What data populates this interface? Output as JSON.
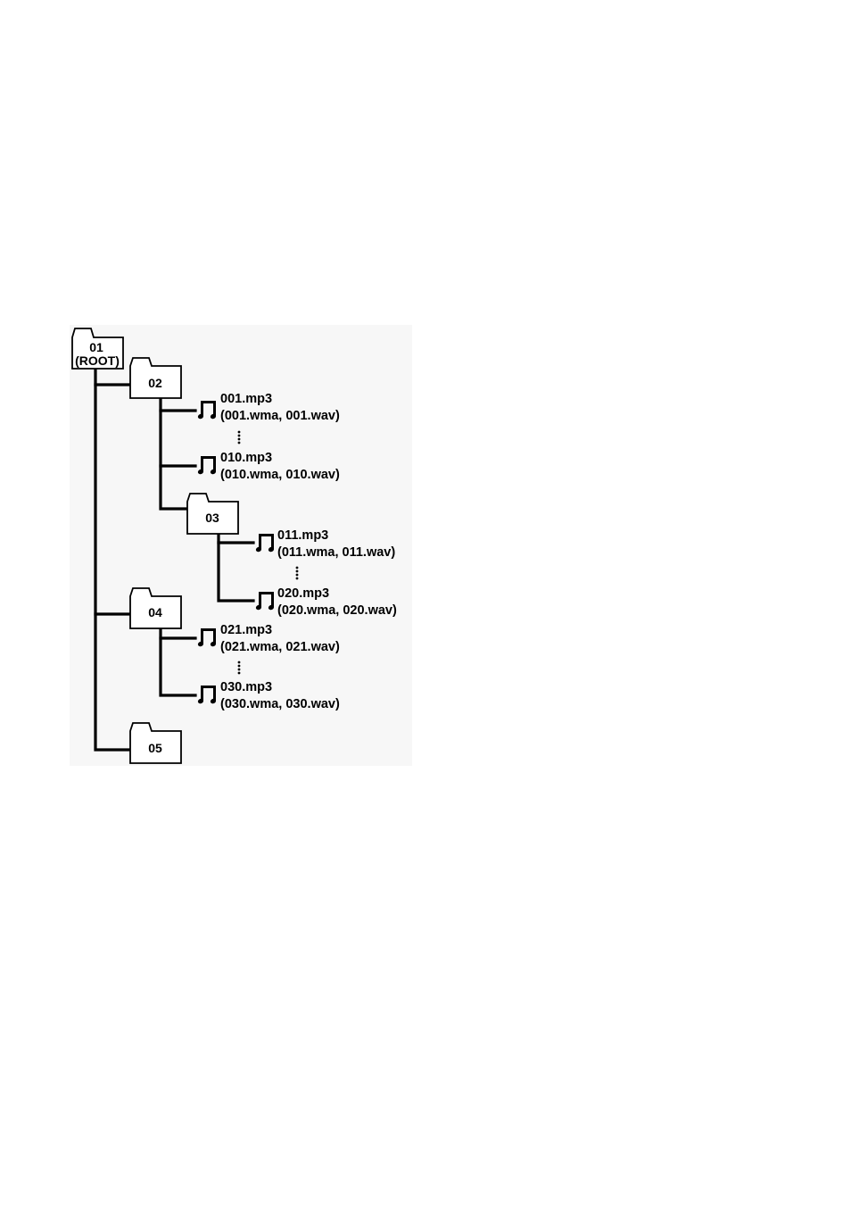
{
  "folders": {
    "f01": {
      "line1": "01",
      "line2": "(ROOT)"
    },
    "f02": {
      "label": "02"
    },
    "f03": {
      "label": "03"
    },
    "f04": {
      "label": "04"
    },
    "f05": {
      "label": "05"
    }
  },
  "files": {
    "f001": {
      "name": "001.mp3",
      "alt": "(001.wma, 001.wav)"
    },
    "f010": {
      "name": "010.mp3",
      "alt": "(010.wma, 010.wav)"
    },
    "f011": {
      "name": "011.mp3",
      "alt": "(011.wma, 011.wav)"
    },
    "f020": {
      "name": "020.mp3",
      "alt": "(020.wma, 020.wav)"
    },
    "f021": {
      "name": "021.mp3",
      "alt": "(021.wma, 021.wav)"
    },
    "f030": {
      "name": "030.mp3",
      "alt": "(030.wma, 030.wav)"
    }
  },
  "icons": {
    "folder": "folder-icon",
    "file": "music-note-icon",
    "ellipsis": "vertical-ellipsis"
  },
  "colors": {
    "line": "#000000",
    "folder_fill": "#ffffff",
    "background": "#ffffff"
  }
}
